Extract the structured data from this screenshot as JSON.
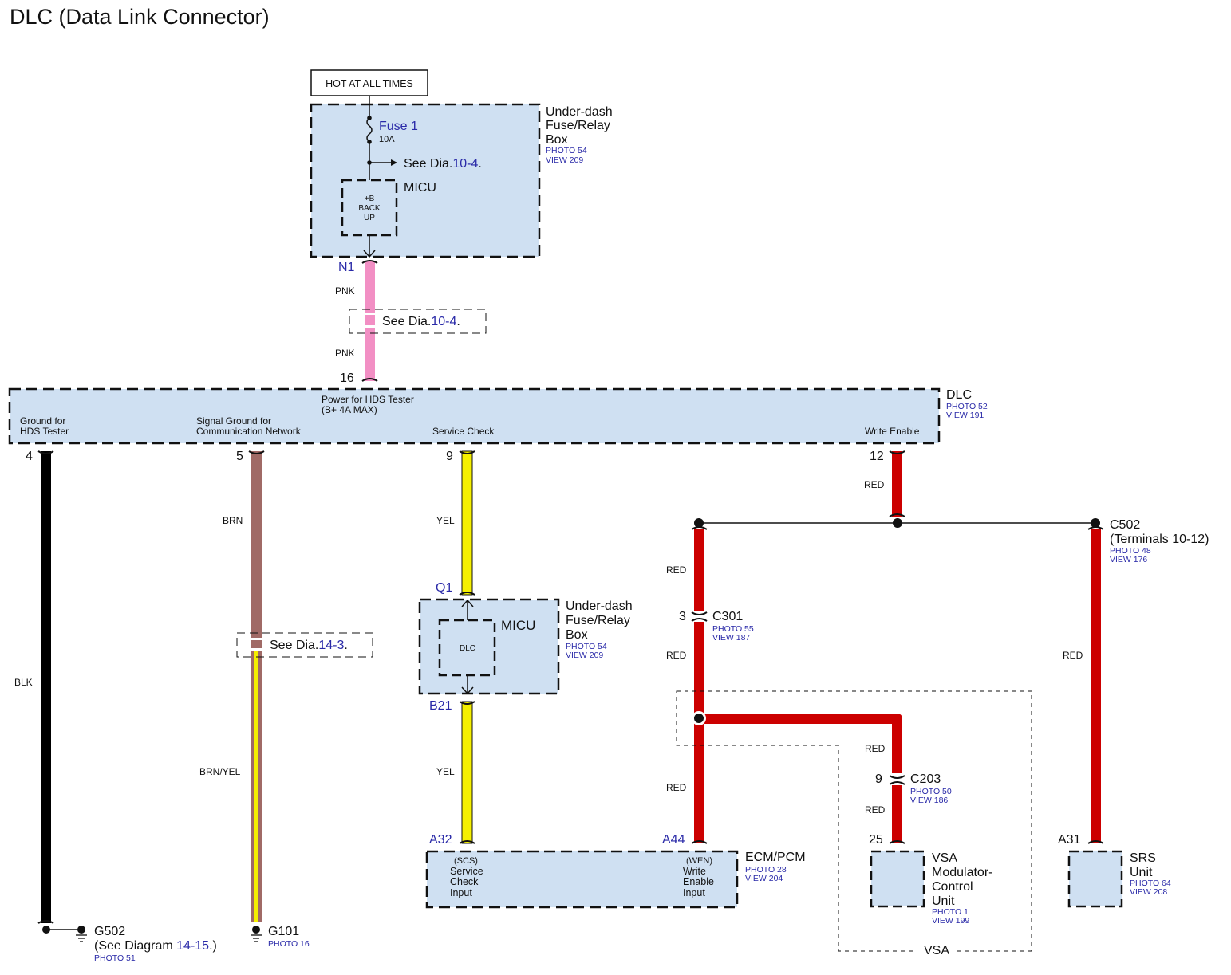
{
  "title": "DLC (Data Link Connector)",
  "colors": {
    "box_fill": "#cfe0f2",
    "link_blue": "#2a2aa8",
    "wire_pink": "#f28fc4",
    "wire_black": "#000000",
    "wire_brown": "#a06a66",
    "wire_yellow": "#f5f000",
    "wire_red": "#cc0000"
  },
  "hot_label": "HOT AT ALL TIMES",
  "fuse_box_top": {
    "name_lines": [
      "Under-dash",
      "Fuse/Relay",
      "Box"
    ],
    "photo": "PHOTO 54",
    "view": "VIEW 209",
    "fuse_name": "Fuse 1",
    "fuse_rating": "10A",
    "see_prefix": "See Dia.",
    "see_ref": "10-4",
    "see_suffix": ".",
    "micu_label": "MICU",
    "micu_inner_lines": [
      "+B",
      "BACK",
      "UP"
    ],
    "pin": "N1"
  },
  "pink_wire": {
    "color_label_top": "PNK",
    "color_label_bottom": "PNK",
    "see_prefix": "See Dia.",
    "see_ref": "10-4",
    "see_suffix": ".",
    "dlc_pin": "16"
  },
  "dlc": {
    "name": "DLC",
    "photo": "PHOTO 52",
    "view": "VIEW 191",
    "power_lines": [
      "Power for HDS Tester",
      "(B+ 4A MAX)"
    ],
    "terminals": [
      {
        "pin": "4",
        "lines": [
          "Ground for",
          "HDS Tester"
        ]
      },
      {
        "pin": "5",
        "lines": [
          "Signal Ground for",
          "Communication Network"
        ]
      },
      {
        "pin": "9",
        "lines": [
          "Service Check"
        ]
      },
      {
        "pin": "12",
        "lines": [
          "Write Enable"
        ]
      }
    ]
  },
  "ground_g502": {
    "wire_color": "BLK",
    "name": "G502",
    "see_prefix": "(See Diagram ",
    "see_ref": "14-15",
    "see_suffix": ".)",
    "photo": "PHOTO 51"
  },
  "ground_g101": {
    "wire_color_top": "BRN",
    "wire_color_bottom": "BRN/YEL",
    "see_prefix": "See Dia.",
    "see_ref": "14-3",
    "see_suffix": ".",
    "name": "G101",
    "photo": "PHOTO 16"
  },
  "service_check": {
    "wire_color_top": "YEL",
    "wire_color_bottom": "YEL",
    "pin_in": "Q1",
    "pin_out": "B21",
    "micu_label": "MICU",
    "micu_inner": "DLC",
    "box_name_lines": [
      "Under-dash",
      "Fuse/Relay",
      "Box"
    ],
    "photo": "PHOTO 54",
    "view": "VIEW 209"
  },
  "write_enable": {
    "wire_color_dlc": "RED",
    "c301": {
      "pin": "3",
      "name": "C301",
      "photo": "PHOTO 55",
      "view": "VIEW 187"
    },
    "c203": {
      "pin": "9",
      "name": "C203",
      "photo": "PHOTO 50",
      "view": "VIEW 186"
    },
    "c502": {
      "name": "C502",
      "terminals": "(Terminals 10-12)",
      "photo": "PHOTO 48",
      "view": "VIEW 176"
    },
    "labels": {
      "left_upper": "RED",
      "left_mid": "RED",
      "left_lower": "RED",
      "branch_upper": "RED",
      "branch_lower": "RED",
      "right": "RED"
    }
  },
  "ecm": {
    "name": "ECM/PCM",
    "photo": "PHOTO 28",
    "view": "VIEW 204",
    "pin_scs": "A32",
    "pin_wen": "A44",
    "scs_lines": [
      "(SCS)",
      "Service",
      "Check",
      "Input"
    ],
    "wen_lines": [
      "(WEN)",
      "Write",
      "Enable",
      "Input"
    ]
  },
  "vsa": {
    "pin": "25",
    "name_lines": [
      "VSA",
      "Modulator-",
      "Control",
      "Unit"
    ],
    "photo": "PHOTO 1",
    "view": "VIEW 199",
    "option_label": "VSA"
  },
  "srs": {
    "pin": "A31",
    "name_lines": [
      "SRS",
      "Unit"
    ],
    "photo": "PHOTO 64",
    "view": "VIEW 208"
  }
}
